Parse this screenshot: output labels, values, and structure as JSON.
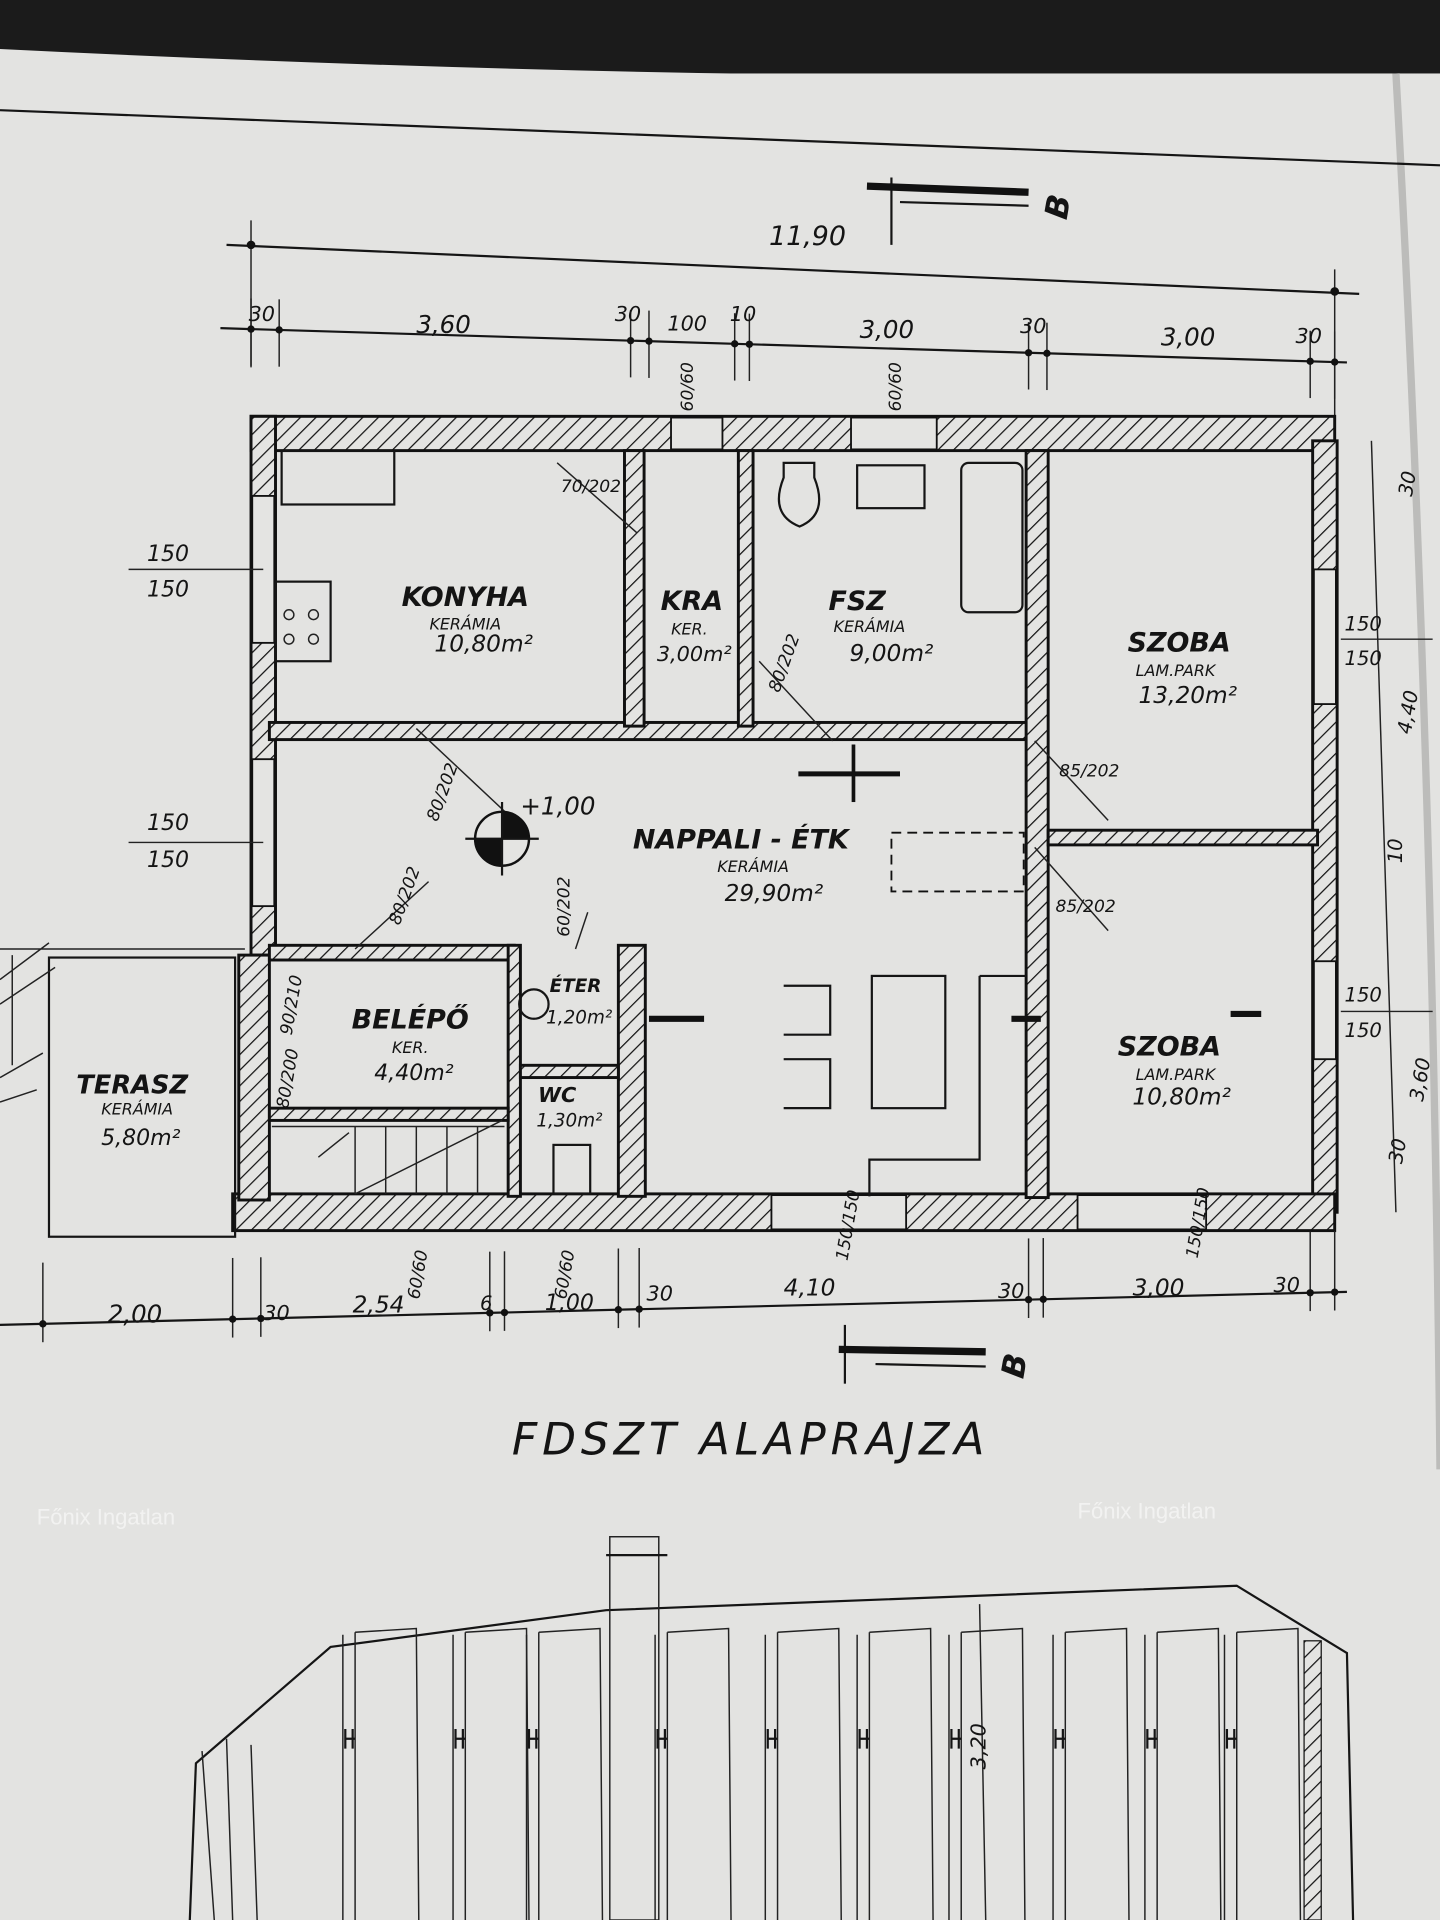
{
  "plan_title": "FDSZT ALAPRAJZA",
  "watermark": "Főnix Ingatlan",
  "section_mark": "B",
  "elevation_mark": "+1,00",
  "rooms": [
    {
      "name": "KONYHA",
      "floor": "KERÁMIA",
      "area": "10,80m²"
    },
    {
      "name": "KRA",
      "floor": "KER.",
      "area": "3,00m²"
    },
    {
      "name": "FSZ",
      "floor": "KERÁMIA",
      "area": "9,00m²"
    },
    {
      "name": "SZOBA",
      "floor": "LAM.PARK",
      "area": "13,20m²"
    },
    {
      "name": "NAPPALI - ÉTK",
      "floor": "KERÁMIA",
      "area": "29,90m²"
    },
    {
      "name": "SZOBA",
      "floor": "LAM.PARK",
      "area": "10,80m²"
    },
    {
      "name": "BELÉPŐ",
      "floor": "KER.",
      "area": "4,40m²"
    },
    {
      "name": "ÉTER",
      "floor": "",
      "area": "1,20m²"
    },
    {
      "name": "WC",
      "floor": "",
      "area": "1,30m²"
    },
    {
      "name": "TERASZ",
      "floor": "KERÁMIA",
      "area": "5,80m²"
    }
  ],
  "dimensions": {
    "overall": "11,90",
    "top": [
      "30",
      "3,60",
      "30",
      "100",
      "10",
      "3,00",
      "30",
      "3,00",
      "30"
    ],
    "bottom": [
      "2,00",
      "30",
      "2,54",
      "6",
      "1,00",
      "30",
      "4,10",
      "30",
      "3,00",
      "30"
    ],
    "left": [
      "150",
      "150",
      "150",
      "150"
    ],
    "right": [
      "30",
      "150",
      "150",
      "4,40",
      "10",
      "150",
      "150",
      "3,60",
      "30"
    ],
    "openings": [
      "70/202",
      "80/202",
      "85/202",
      "80/202",
      "85/202",
      "80/202",
      "60/202",
      "90/210",
      "80/200",
      "60/60",
      "60/60",
      "60/60",
      "60/60",
      "150/150",
      "150/150"
    ],
    "elevation_height": "3,20"
  }
}
